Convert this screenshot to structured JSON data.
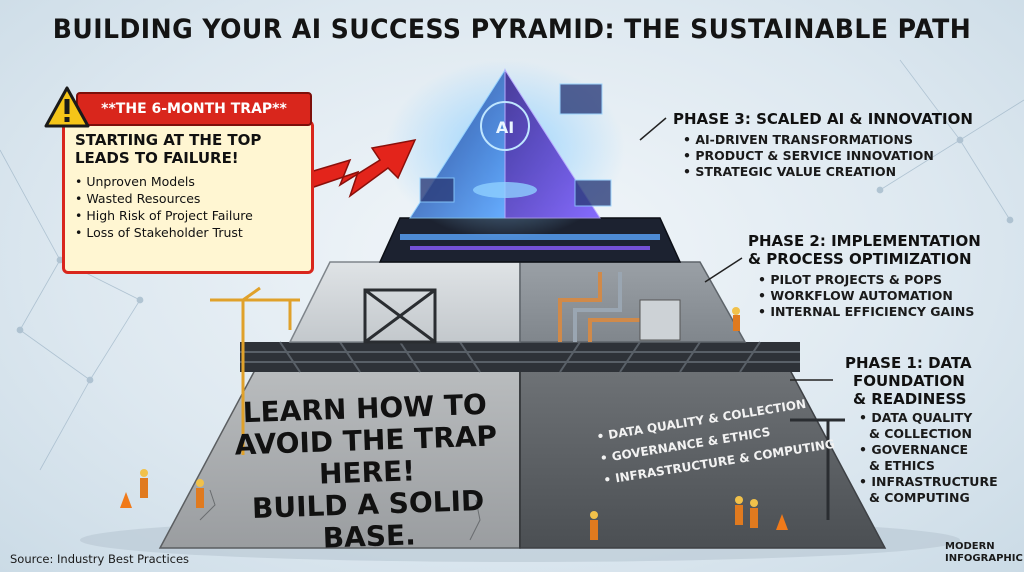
{
  "title": "BUILDING YOUR AI SUCCESS PYRAMID: THE SUSTAINABLE PATH",
  "trap": {
    "heading": "**THE 6-MONTH TRAP**",
    "subheading": "STARTING AT THE TOP LEADS TO FAILURE!",
    "items": [
      "Unproven Models",
      "Wasted Resources",
      "High Risk of Project Failure",
      "Loss of Stakeholder Trust"
    ],
    "icon": "warning-triangle-icon"
  },
  "phases": [
    {
      "title": "PHASE 3: SCALED AI & INNOVATION",
      "items": [
        "AI-DRIVEN TRANSFORMATIONS",
        "PRODUCT & SERVICE INNOVATION",
        "STRATEGIC VALUE CREATION"
      ]
    },
    {
      "title_line1": "PHASE 2: IMPLEMENTATION",
      "title_line2": "& PROCESS OPTIMIZATION",
      "items": [
        "PILOT PROJECTS & POPS",
        "WORKFLOW AUTOMATION",
        "INTERNAL EFFICIENCY GAINS"
      ]
    },
    {
      "title_line1": "PHASE 1: DATA",
      "title_line2": "FOUNDATION",
      "title_line3": "& READINESS",
      "items": [
        {
          "line1": "DATA QUALITY",
          "line2": "& COLLECTION"
        },
        {
          "line1": "GOVERNANCE",
          "line2": "& ETHICS"
        },
        {
          "line1": "INFRASTRUCTURE",
          "line2": "& COMPUTING"
        }
      ]
    }
  ],
  "pyramid": {
    "apex_label": "AI",
    "base_cta": {
      "line1": "LEARN HOW TO",
      "line2": "AVOID THE TRAP HERE!",
      "line3": "BUILD A SOLID BASE."
    },
    "base_items": [
      "DATA QUALITY & COLLECTION",
      "GOVERNANCE & ETHICS",
      "INFRASTRUCTURE & COMPUTING"
    ]
  },
  "footer": {
    "source": "Source: Industry Best Practices",
    "brand_line1": "MODERN",
    "brand_line2": "INFOGRAPHIC"
  },
  "colors": {
    "trap_red": "#d9261c",
    "trap_fill": "#fff6d2",
    "concrete": "#8a8d90",
    "steel": "#2e3238",
    "apex_glow": "#5aa6ff"
  }
}
